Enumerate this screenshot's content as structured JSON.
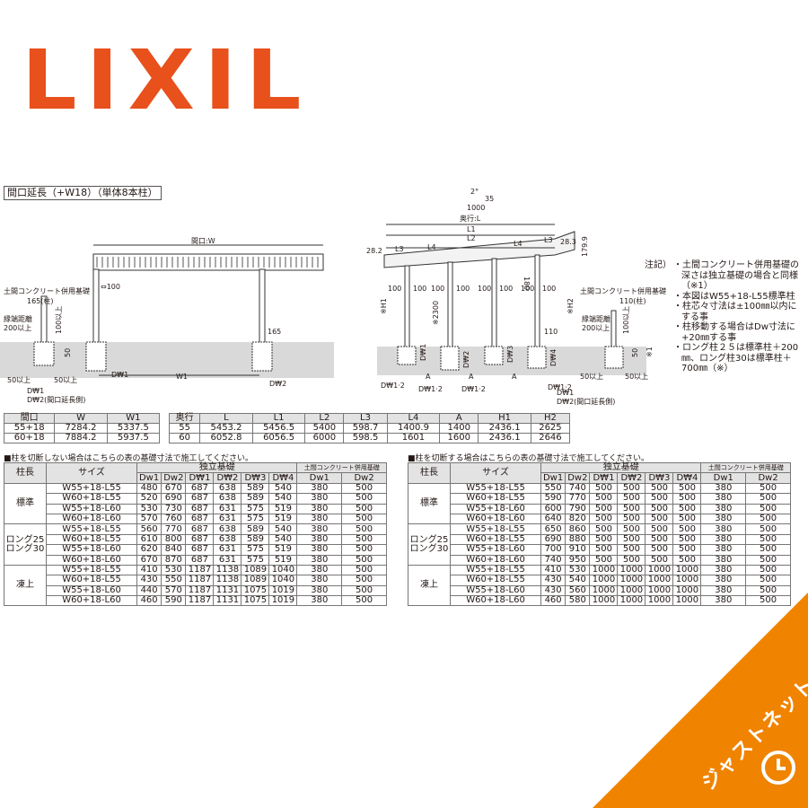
{
  "logo": "LIXIL",
  "title": "間口延長（+W18）（単体8本柱）",
  "diagram_left": {
    "labels": [
      "間口:W",
      "土間コンクリート併用基礎",
      "165(柱)",
      "縁端距離",
      "200以上",
      "100以上",
      "50",
      "50以上",
      "50以上",
      "D₩1",
      "D₩2(間口延長側)",
      "W1",
      "D₩2",
      "⇔100",
      "165",
      "D₩1"
    ]
  },
  "diagram_right": {
    "labels": [
      "2°",
      "35",
      "1000",
      "奥行:L",
      "L1",
      "L2",
      "L3",
      "L4",
      "L4",
      "L3",
      "28.2",
      "28.3",
      "179.9",
      "※H1",
      "※2300",
      "※H2",
      "100",
      "100",
      "100",
      "100",
      "100",
      "100",
      "100",
      "100",
      "180",
      "110",
      "D₩1",
      "D₩2",
      "D₩3",
      "D₩4",
      "A",
      "A",
      "A",
      "D₩1·2",
      "D₩1·2",
      "D₩1·2",
      "D₩1·2",
      "D₩1",
      "D₩2(間口延長側)",
      "土間コンクリート併用基礎",
      "110(柱)",
      "縁端距離",
      "200以上",
      "100以上",
      "50",
      "50以上",
      "50以上",
      "※1"
    ]
  },
  "notes": {
    "head": "注記）",
    "items": [
      "土間コンクリート併用基礎の深さは独立基礎の場合と同様（※1）",
      "本図はW55+18-L55標準柱",
      "柱芯々寸法は±100㎜以内にする事",
      "柱移動する場合はDw寸法に+20㎜する事",
      "ロング柱２５は標準柱＋200㎜、ロング柱30は標準柱＋700㎜（※）"
    ]
  },
  "table_opening": {
    "headers": [
      "間口",
      "W",
      "W1"
    ],
    "rows": [
      [
        "55+18",
        "7284.2",
        "5337.5"
      ],
      [
        "60+18",
        "7884.2",
        "5937.5"
      ]
    ]
  },
  "table_depth": {
    "headers": [
      "奥行",
      "L",
      "L1",
      "L2",
      "L3",
      "L4",
      "A",
      "H1",
      "H2"
    ],
    "rows": [
      [
        "55",
        "5453.2",
        "5456.5",
        "5400",
        "598.7",
        "1400.9",
        "1400",
        "2436.1",
        "2625"
      ],
      [
        "60",
        "6052.8",
        "6056.5",
        "6000",
        "598.5",
        "1601",
        "1600",
        "2436.1",
        "2646"
      ]
    ]
  },
  "spec_left": {
    "caption": "■柱を切断しない場合はこちらの表の基礎寸法で施工してください。",
    "h_col": "柱長",
    "h_size": "サイズ",
    "h_indep": "独立基礎",
    "h_doma": "土間コンクリート併用基礎",
    "sub": [
      "Dw1",
      "Dw2",
      "D₩1",
      "D₩2",
      "D₩3",
      "D₩4",
      "Dw1",
      "Dw2"
    ],
    "groups": [
      {
        "name": "標準",
        "rows": [
          [
            "W55+18-L55",
            "480",
            "670",
            "687",
            "638",
            "589",
            "540",
            "380",
            "500"
          ],
          [
            "W60+18-L55",
            "520",
            "690",
            "687",
            "638",
            "589",
            "540",
            "380",
            "500"
          ],
          [
            "W55+18-L60",
            "530",
            "730",
            "687",
            "631",
            "575",
            "519",
            "380",
            "500"
          ],
          [
            "W60+18-L60",
            "570",
            "760",
            "687",
            "631",
            "575",
            "519",
            "380",
            "500"
          ]
        ]
      },
      {
        "name": "ロング25\nロング30",
        "rows": [
          [
            "W55+18-L55",
            "560",
            "770",
            "687",
            "638",
            "589",
            "540",
            "380",
            "500"
          ],
          [
            "W60+18-L55",
            "610",
            "800",
            "687",
            "638",
            "589",
            "540",
            "380",
            "500"
          ],
          [
            "W55+18-L60",
            "620",
            "840",
            "687",
            "631",
            "575",
            "519",
            "380",
            "500"
          ],
          [
            "W60+18-L60",
            "670",
            "870",
            "687",
            "631",
            "575",
            "519",
            "380",
            "500"
          ]
        ]
      },
      {
        "name": "凍上",
        "rows": [
          [
            "W55+18-L55",
            "410",
            "530",
            "1187",
            "1138",
            "1089",
            "1040",
            "380",
            "500"
          ],
          [
            "W60+18-L55",
            "430",
            "550",
            "1187",
            "1138",
            "1089",
            "1040",
            "380",
            "500"
          ],
          [
            "W55+18-L60",
            "440",
            "570",
            "1187",
            "1131",
            "1075",
            "1019",
            "380",
            "500"
          ],
          [
            "W60+18-L60",
            "460",
            "590",
            "1187",
            "1131",
            "1075",
            "1019",
            "380",
            "500"
          ]
        ]
      }
    ]
  },
  "spec_right": {
    "caption": "■柱を切断する場合はこちらの表の基礎寸法で施工してください。",
    "h_col": "柱長",
    "h_size": "サイズ",
    "h_indep": "独立基礎",
    "h_doma": "土間コンクリート併用基礎",
    "sub": [
      "Dw1",
      "Dw2",
      "D₩1",
      "D₩2",
      "D₩3",
      "D₩4",
      "Dw1",
      "Dw2"
    ],
    "groups": [
      {
        "name": "標準",
        "rows": [
          [
            "W55+18-L55",
            "550",
            "740",
            "500",
            "500",
            "500",
            "500",
            "380",
            "500"
          ],
          [
            "W60+18-L55",
            "590",
            "770",
            "500",
            "500",
            "500",
            "500",
            "380",
            "500"
          ],
          [
            "W55+18-L60",
            "600",
            "790",
            "500",
            "500",
            "500",
            "500",
            "380",
            "500"
          ],
          [
            "W60+18-L60",
            "640",
            "820",
            "500",
            "500",
            "500",
            "500",
            "380",
            "500"
          ]
        ]
      },
      {
        "name": "ロング25\nロング30",
        "rows": [
          [
            "W55+18-L55",
            "650",
            "860",
            "500",
            "500",
            "500",
            "500",
            "380",
            "500"
          ],
          [
            "W60+18-L55",
            "690",
            "880",
            "500",
            "500",
            "500",
            "500",
            "380",
            "500"
          ],
          [
            "W55+18-L60",
            "700",
            "910",
            "500",
            "500",
            "500",
            "500",
            "380",
            "500"
          ],
          [
            "W60+18-L60",
            "740",
            "950",
            "500",
            "500",
            "500",
            "500",
            "380",
            "500"
          ]
        ]
      },
      {
        "name": "凍上",
        "rows": [
          [
            "W55+18-L55",
            "410",
            "530",
            "1000",
            "1000",
            "1000",
            "1000",
            "380",
            "500"
          ],
          [
            "W60+18-L55",
            "430",
            "540",
            "1000",
            "1000",
            "1000",
            "1000",
            "380",
            "500"
          ],
          [
            "W55+18-L60",
            "430",
            "560",
            "1000",
            "1000",
            "1000",
            "1000",
            "380",
            "500"
          ],
          [
            "W60+18-L60",
            "460",
            "580",
            "1000",
            "1000",
            "1000",
            "1000",
            "380",
            "500"
          ]
        ]
      }
    ]
  },
  "corner_badge": "ジャストネット",
  "colors": {
    "brand": "#e8501c",
    "badge": "#f08300",
    "ground": "#d9d9d9"
  }
}
